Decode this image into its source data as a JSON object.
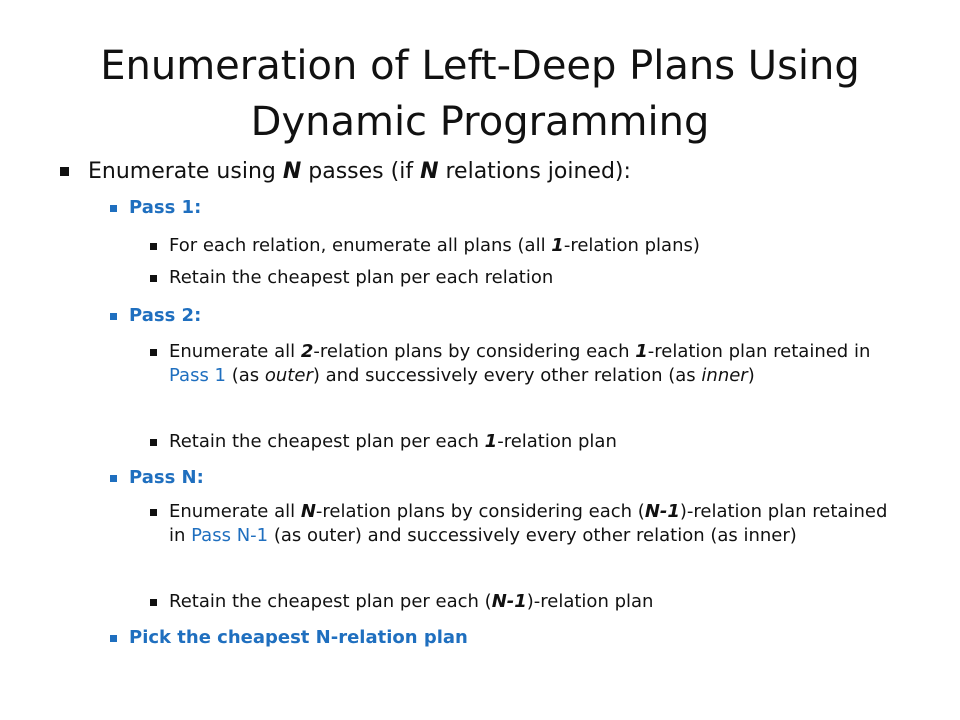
{
  "slide": {
    "title_line1": "Enumeration of Left-Deep Plans Using",
    "title_line2": "Dynamic Programming"
  },
  "bullets": {
    "main": {
      "a": "Enumerate using ",
      "b": "N",
      "c": " passes (if ",
      "d": "N",
      "e": " relations joined):"
    },
    "pass1": {
      "label": "Pass 1:",
      "item1": {
        "a": "For each relation, enumerate all plans (all ",
        "b": "1",
        "c": "-relation plans)"
      },
      "item2": "Retain the cheapest plan per each relation"
    },
    "pass2": {
      "label": "Pass 2:",
      "item1": {
        "a": "Enumerate all ",
        "b": "2",
        "c": "-relation plans by considering each ",
        "d": "1",
        "e": "-relation plan retained in ",
        "f": "Pass 1",
        "g": " (as ",
        "h": "outer",
        "i": ") and successively every other relation (as ",
        "j": "inner",
        "k": ")"
      },
      "item2": {
        "a": "Retain the cheapest plan per each ",
        "b": "1",
        "c": "-relation plan"
      }
    },
    "passN": {
      "label": "Pass N:",
      "item1": {
        "a": "Enumerate all ",
        "b": "N",
        "c": "-relation plans by considering each (",
        "d": "N-1",
        "e": ")-relation plan retained in ",
        "f": "Pass N-1",
        "g": " (as outer) and successively every other relation (as inner)"
      },
      "item2": {
        "a": "Retain the cheapest plan per each (",
        "b": "N-1",
        "c": ")-relation plan"
      }
    },
    "final": "Pick the cheapest N-relation plan"
  },
  "colors": {
    "accent": "#1f6fbf",
    "text": "#111111",
    "background": "#ffffff"
  },
  "icons": {
    "bullet": "square-bullet-icon"
  }
}
